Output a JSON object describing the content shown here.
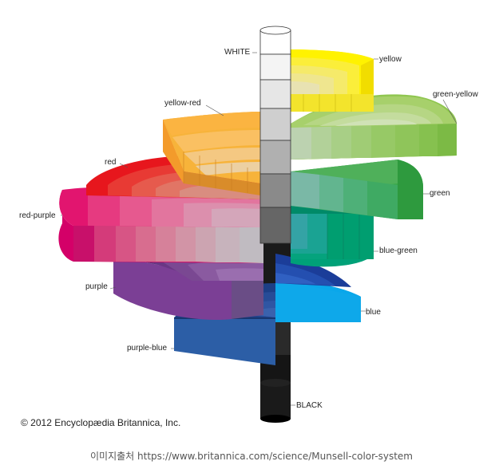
{
  "diagram": {
    "labels": {
      "white": "WHITE",
      "black": "BLACK",
      "yellow": "yellow",
      "green_yellow": "green-yellow",
      "yellow_red": "yellow-red",
      "red": "red",
      "green": "green",
      "red_purple": "red-purple",
      "blue_green": "blue-green",
      "purple": "purple",
      "blue": "blue",
      "purple_blue": "purple-blue"
    },
    "copyright": "© 2012 Encyclopædia Britannica, Inc.",
    "source": "이미지출처 https://www.britannica.com/science/Munsell-color-system"
  }
}
